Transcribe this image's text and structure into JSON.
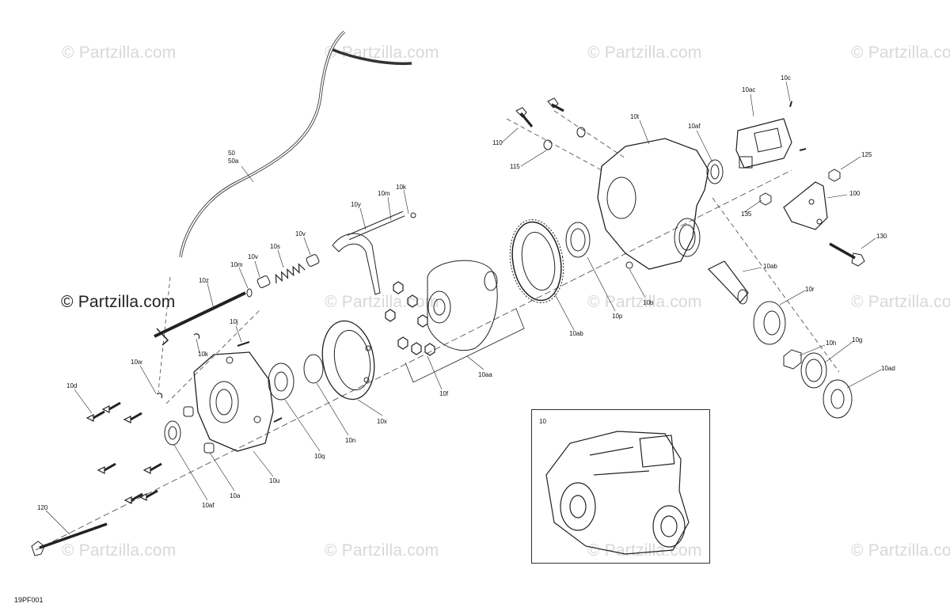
{
  "figure_code": "19PF001",
  "watermark_text": "© Partzilla.com",
  "center_watermark_text": "© Partzilla.com",
  "inset_label": "10",
  "callouts": [
    {
      "id": "50",
      "text": "50"
    },
    {
      "id": "50a",
      "text": "50a"
    },
    {
      "id": "10y",
      "text": "10y"
    },
    {
      "id": "10m_top",
      "text": "10m"
    },
    {
      "id": "10k_top",
      "text": "10k"
    },
    {
      "id": "10v_top",
      "text": "10v"
    },
    {
      "id": "10s",
      "text": "10s"
    },
    {
      "id": "10v_mid",
      "text": "10v"
    },
    {
      "id": "10m_mid",
      "text": "10m"
    },
    {
      "id": "10z",
      "text": "10z"
    },
    {
      "id": "10j",
      "text": "10j"
    },
    {
      "id": "10k_low",
      "text": "10k"
    },
    {
      "id": "10w",
      "text": "10w"
    },
    {
      "id": "10d",
      "text": "10d"
    },
    {
      "id": "110",
      "text": "110"
    },
    {
      "id": "115",
      "text": "115"
    },
    {
      "id": "10t",
      "text": "10t"
    },
    {
      "id": "10af_top",
      "text": "10af"
    },
    {
      "id": "10ac",
      "text": "10ac"
    },
    {
      "id": "10c",
      "text": "10c"
    },
    {
      "id": "125",
      "text": "125"
    },
    {
      "id": "100",
      "text": "100"
    },
    {
      "id": "135",
      "text": "135"
    },
    {
      "id": "130",
      "text": "130"
    },
    {
      "id": "10ab_r",
      "text": "10ab"
    },
    {
      "id": "10r",
      "text": "10r"
    },
    {
      "id": "10h",
      "text": "10h"
    },
    {
      "id": "10g",
      "text": "10g"
    },
    {
      "id": "10ad",
      "text": "10ad"
    },
    {
      "id": "10b",
      "text": "10b"
    },
    {
      "id": "10p",
      "text": "10p"
    },
    {
      "id": "10ab_l",
      "text": "10ab"
    },
    {
      "id": "10aa",
      "text": "10aa"
    },
    {
      "id": "10f",
      "text": "10f"
    },
    {
      "id": "10x",
      "text": "10x"
    },
    {
      "id": "10n",
      "text": "10n"
    },
    {
      "id": "10q",
      "text": "10q"
    },
    {
      "id": "10u",
      "text": "10u"
    },
    {
      "id": "10a",
      "text": "10a"
    },
    {
      "id": "10af_low",
      "text": "10af"
    },
    {
      "id": "120",
      "text": "120"
    }
  ]
}
